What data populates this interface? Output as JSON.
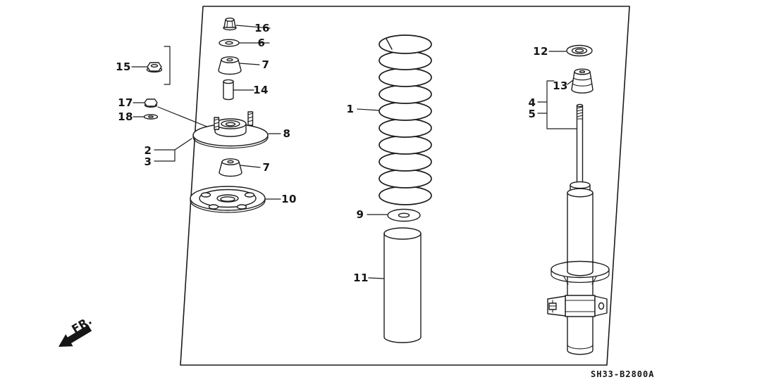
{
  "diagram": {
    "part_code": "SH33-B2800A",
    "front_marker": "FR.",
    "callouts": [
      {
        "label": "1",
        "part": "coil-spring"
      },
      {
        "label": "2",
        "part": "strut-assembly"
      },
      {
        "label": "3",
        "part": "strut-assembly"
      },
      {
        "label": "4",
        "part": "damper-assembly"
      },
      {
        "label": "5",
        "part": "damper-assembly"
      },
      {
        "label": "6",
        "part": "washer"
      },
      {
        "label": "7",
        "part": "rubber-mount-upper"
      },
      {
        "label": "7",
        "part": "rubber-mount-lower"
      },
      {
        "label": "8",
        "part": "strut-mount-base"
      },
      {
        "label": "9",
        "part": "spring-seat-washer"
      },
      {
        "label": "10",
        "part": "spring-seat-plate"
      },
      {
        "label": "11",
        "part": "dust-cover"
      },
      {
        "label": "12",
        "part": "washer"
      },
      {
        "label": "13",
        "part": "bump-stop-rubber"
      },
      {
        "label": "14",
        "part": "collar"
      },
      {
        "label": "15",
        "part": "self-lock-nut"
      },
      {
        "label": "16",
        "part": "cap-nut"
      },
      {
        "label": "17",
        "part": "nut"
      },
      {
        "label": "18",
        "part": "washer"
      }
    ]
  }
}
